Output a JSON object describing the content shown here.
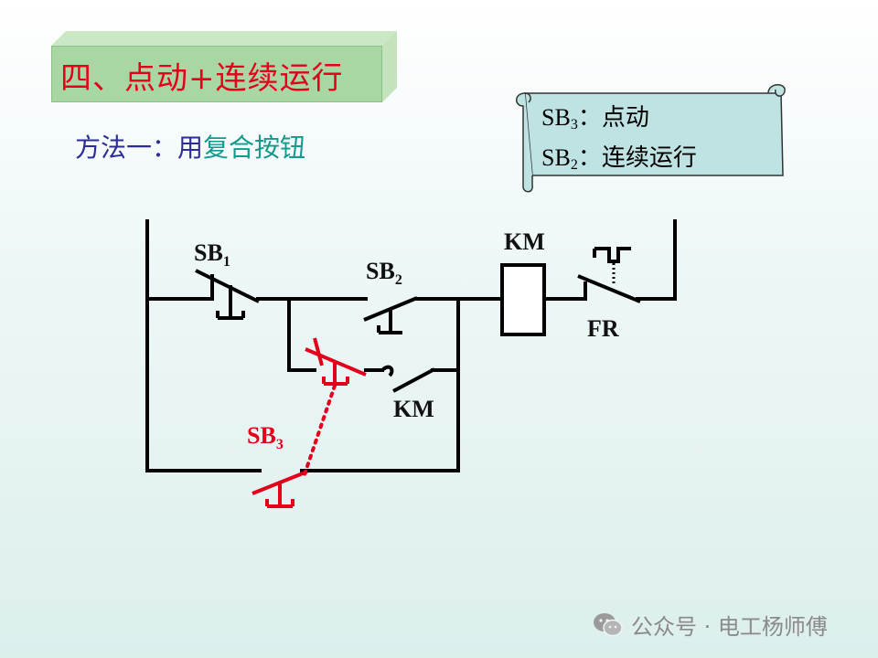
{
  "title": "四、点动+连续运行",
  "method": {
    "prefix": "方法一：用",
    "highlight": "复合按钮"
  },
  "legend": {
    "line1": {
      "name": "SB",
      "sub": "3",
      "desc": "：点动"
    },
    "line2": {
      "name": "SB",
      "sub": "2",
      "desc": "：连续运行"
    }
  },
  "labels": {
    "sb1": {
      "name": "SB",
      "sub": "1"
    },
    "sb2": {
      "name": "SB",
      "sub": "2"
    },
    "sb3": {
      "name": "SB",
      "sub": "3"
    },
    "km_coil": "KM",
    "km_contact": "KM",
    "fr": "FR"
  },
  "watermark": "公众号 · 电工杨师傅",
  "colors": {
    "title_text": "#e3001b",
    "title_bg": "#a9d7a3",
    "method_prefix": "#2b2b9a",
    "method_highlight": "#119a8e",
    "scroll_fill": "#bfe3e3",
    "wire": "#000000",
    "sb3": "#e3001b"
  }
}
